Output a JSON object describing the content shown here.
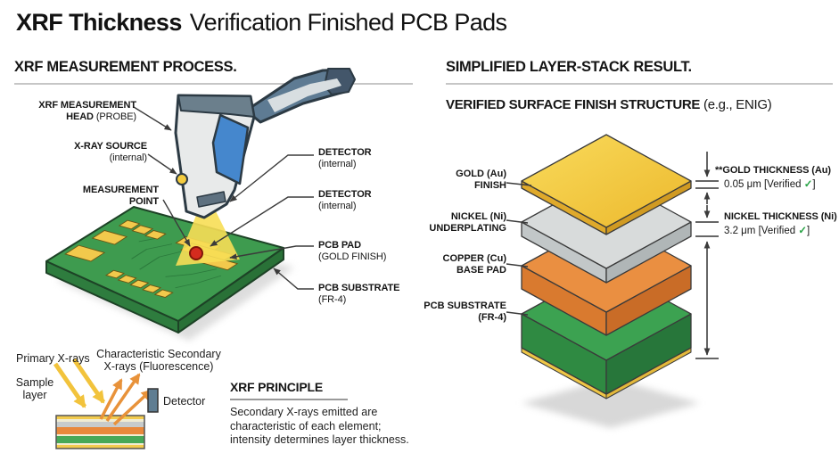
{
  "title": {
    "bold": "XRF Thickness",
    "regular": "Verification Finished PCB Pads"
  },
  "left_panel": {
    "header": "XRF MEASUREMENT PROCESS.",
    "labels": {
      "head": {
        "bold": "XRF MEASUREMENT HEAD",
        "normal": "(PROBE)"
      },
      "source": {
        "bold": "X-RAY SOURCE",
        "normal": "(internal)"
      },
      "point": {
        "bold": "MEASUREMENT POINT",
        "normal": ""
      },
      "detector1": {
        "bold": "DETECTOR",
        "normal": "(internal)"
      },
      "detector2": {
        "bold": "DETECTOR",
        "normal": "(internal)"
      },
      "pcb_pad": {
        "bold": "PCB PAD",
        "normal": "(GOLD FINISH)"
      },
      "pcb_substrate": {
        "bold": "PCB SUBSTRATE",
        "normal": "(FR-4)"
      }
    }
  },
  "right_panel": {
    "header": "SIMPLIFIED LAYER-STACK RESULT.",
    "subheader": {
      "bold": "VERIFIED SURFACE FINISH STRUCTURE",
      "normal": "(e.g., ENIG)"
    },
    "layer_labels": {
      "gold": "GOLD (Au)\nFINISH",
      "nickel": "NICKEL (Ni)\nUNDERPLATING",
      "copper": "COPPER (Cu)\nBASE PAD",
      "substrate": "PCB SUBSTRATE\n(FR-4)"
    },
    "measurements": {
      "gold": {
        "label": "**GOLD THICKNESS (Au)",
        "value": "0.05 μm [Verified",
        "check": "✓",
        "bracket": "]"
      },
      "nickel": {
        "label": "NICKEL THICKNESS (Ni)",
        "value": "3.2 μm [Verified",
        "check": "✓",
        "bracket": "]"
      }
    }
  },
  "principle": {
    "heading": "XRF PRINCIPLE",
    "body": "Secondary X-rays emitted are\ncharacteristic of each element;\nintensity determines layer thickness."
  },
  "mini_diagram": {
    "primary_label": "Primary X-rays",
    "secondary_label": "Characteristic Secondary\nX-rays (Fluorescence)",
    "sample_label": "Sample\nlayer",
    "detector_label": "Detector"
  },
  "colors": {
    "pcb_green": "#3E9B4F",
    "pad_gold": "#F2C94C",
    "gold_layer": "#F3C93F",
    "nickel_layer": "#D8DBDB",
    "copper_layer": "#EA8F41",
    "substrate_green": "#3CA251",
    "beam_yellow": "#F7DE55",
    "measurement_red": "#D52B1E",
    "verified_check_green": "#2AA347",
    "device_slate": "#5E7B93",
    "device_body": "#E8EAEA",
    "screen_blue": "#4587CD",
    "primary_xray_yellow": "#F2C33C",
    "secondary_xray_orange": "#E8923A"
  }
}
